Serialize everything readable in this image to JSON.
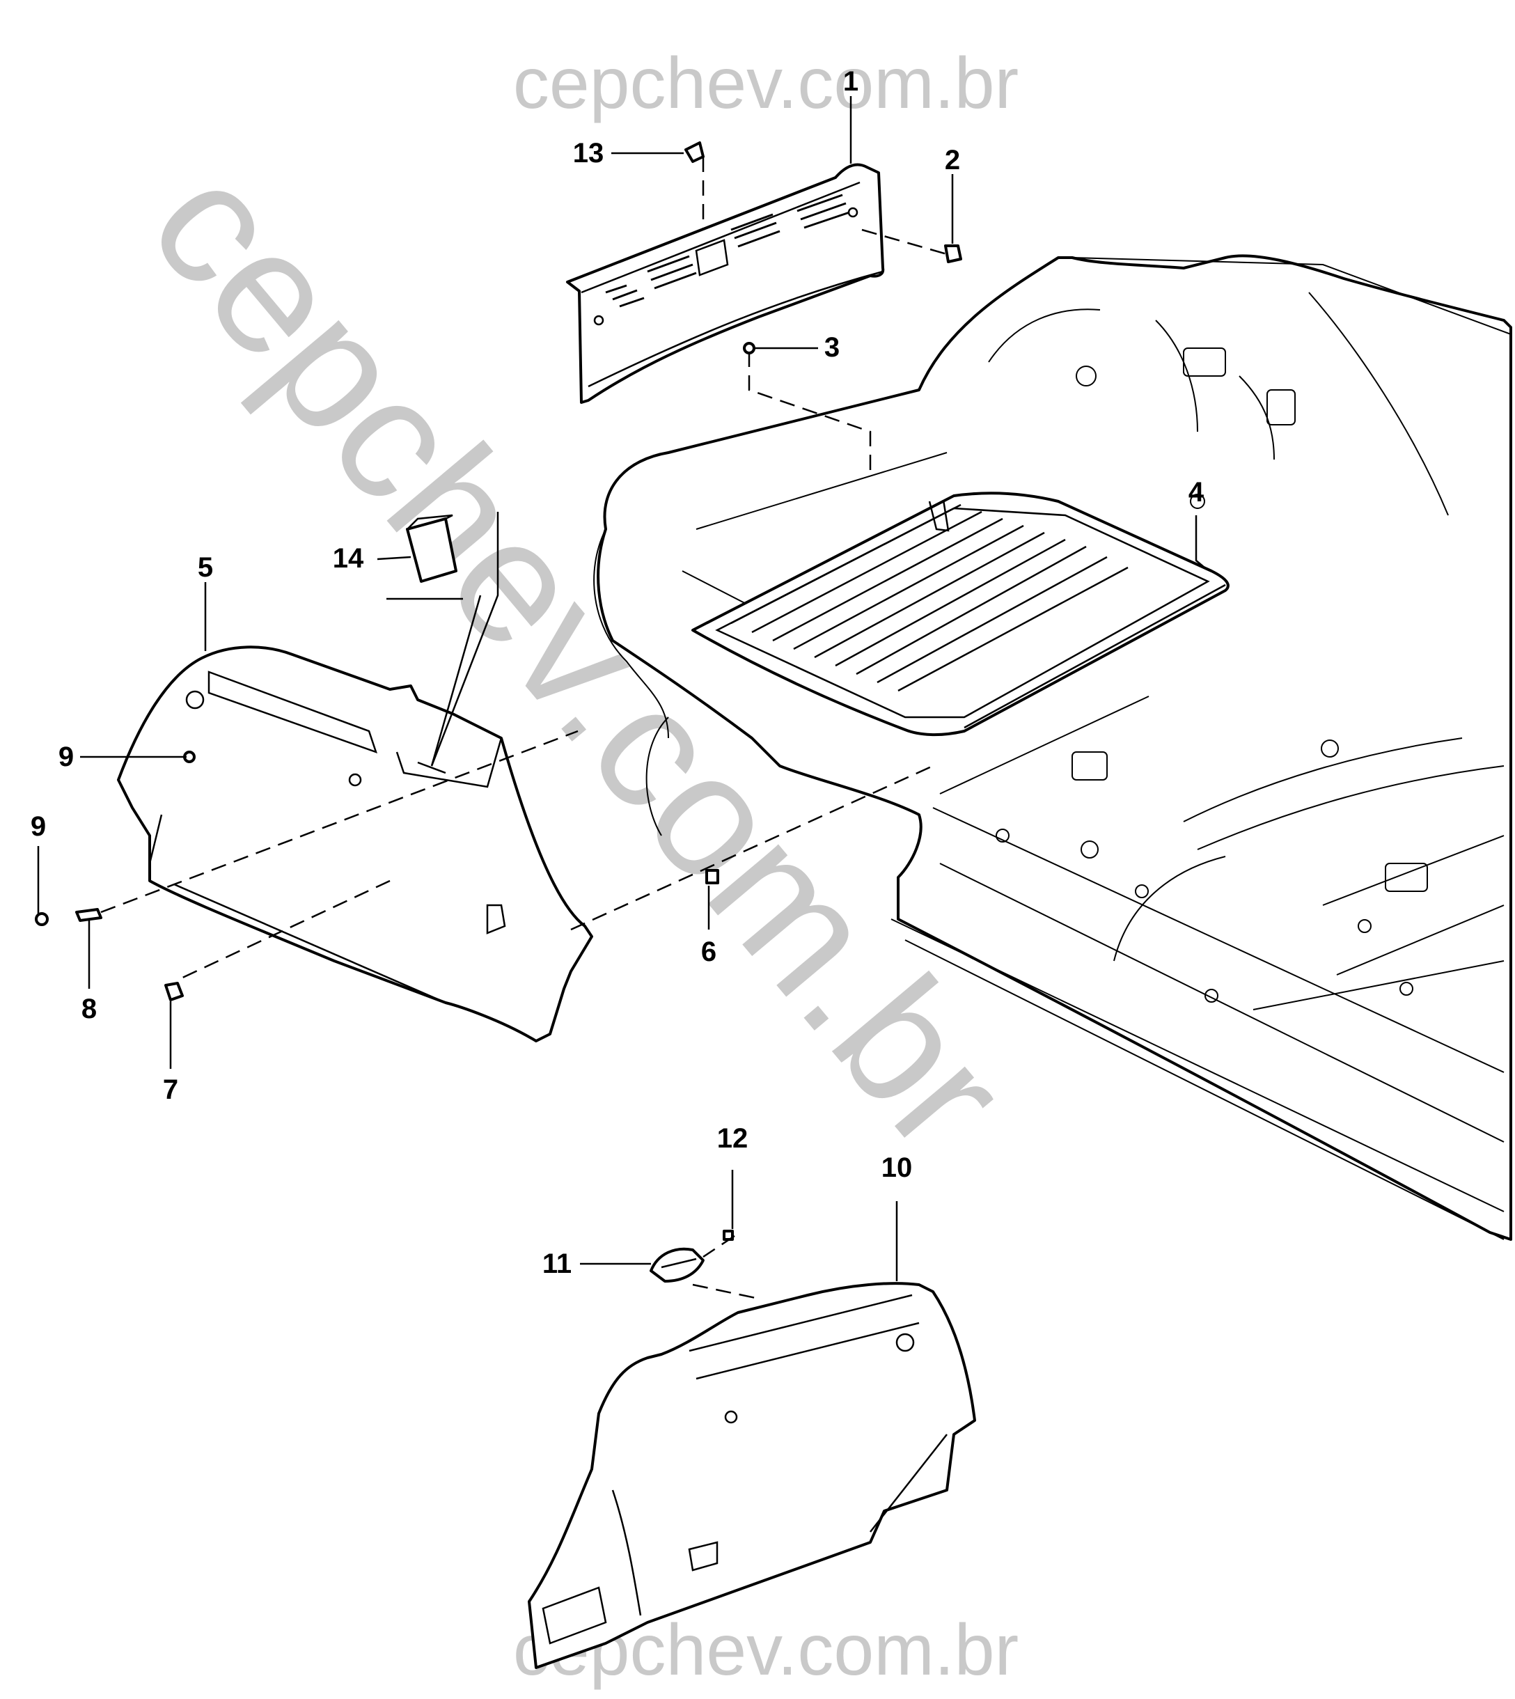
{
  "watermark": {
    "top": "cepchev.com.br",
    "diagonal": "cepchev.com.br",
    "bottom": "cepchev.com.br",
    "color": "#c9c9c9"
  },
  "callouts": {
    "c1": "1",
    "c2": "2",
    "c3": "3",
    "c4": "4",
    "c5": "5",
    "c6": "6",
    "c7": "7",
    "c8": "8",
    "c9a": "9",
    "c9b": "9",
    "c10": "10",
    "c11": "11",
    "c12": "12",
    "c13": "13",
    "c14": "14"
  },
  "parts": [
    {
      "id": "1",
      "icon": "rear-trim-panel"
    },
    {
      "id": "2",
      "icon": "retainer-nut"
    },
    {
      "id": "3",
      "icon": "push-pin-retainer"
    },
    {
      "id": "4",
      "icon": "trunk-floor-panel"
    },
    {
      "id": "5",
      "icon": "quarter-trim-panel-left"
    },
    {
      "id": "6",
      "icon": "clip-retainer"
    },
    {
      "id": "7",
      "icon": "nut-retainer"
    },
    {
      "id": "8",
      "icon": "retainer-clip"
    },
    {
      "id": "9",
      "icon": "push-pin-retainer"
    },
    {
      "id": "10",
      "icon": "quarter-trim-panel-right"
    },
    {
      "id": "11",
      "icon": "lamp-assembly"
    },
    {
      "id": "12",
      "icon": "screw"
    },
    {
      "id": "13",
      "icon": "clip"
    },
    {
      "id": "14",
      "icon": "foam-block"
    }
  ]
}
